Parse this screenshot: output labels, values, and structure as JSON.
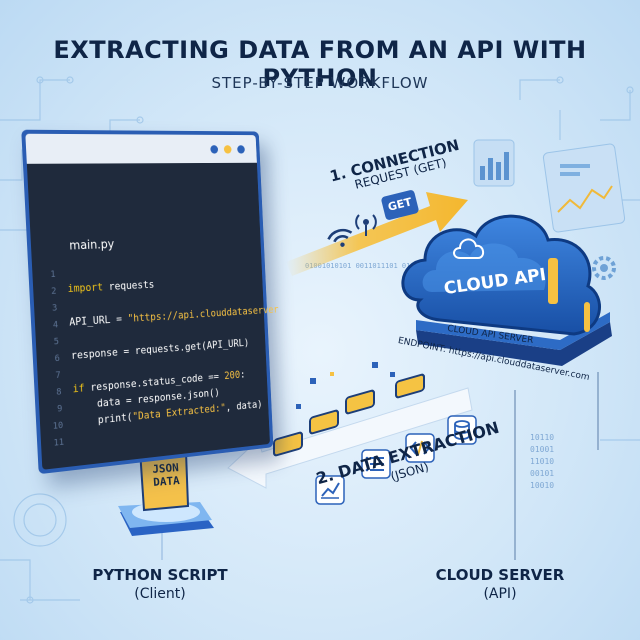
{
  "header": {
    "title": "EXTRACTING DATA FROM AN API WITH PYTHON",
    "subtitle": "STEP-BY-STEP WORKFLOW"
  },
  "code_window": {
    "file_name": "main.py",
    "line_numbers": [
      "1",
      "2",
      "3",
      "4",
      "5",
      "6",
      "7",
      "8",
      "9",
      "10",
      "11"
    ],
    "lines": {
      "import_kw": "import",
      "import_rest": " requests",
      "api_url_a": "API_URL = ",
      "api_url_str": "\"https://api.clouddataserver",
      "response": "response = requests.get(API_URL)",
      "if_kw": "if",
      "if_rest": " response.status_code == ",
      "status_num": "200",
      "status_colon": ":",
      "data_line": "    data = response.json()",
      "print_a": "    print(",
      "print_str": "\"Data Extracted:\"",
      "print_b": ", data)"
    }
  },
  "request": {
    "step_label": "1. CONNECTION",
    "step_sub": "REQUEST (GET)",
    "method_badge": "GET"
  },
  "cloud": {
    "label": "CLOUD API",
    "server_title": "CLOUD API SERVER",
    "endpoint": "ENDPOINT: https://api.clouddataserver.com"
  },
  "extraction": {
    "step_label": "2. DATA EXTRACTION",
    "step_sub": "(JSON)"
  },
  "json_doc": {
    "label_line1": "JSON",
    "label_line2": "DATA"
  },
  "client": {
    "title": "PYTHON SCRIPT",
    "subtitle": "(Client)"
  },
  "server": {
    "title": "CLOUD SERVER",
    "subtitle": "(API)"
  },
  "binary_top": "01001010101 0011011101 0101011000",
  "binary_right": "10110 01001 11010 00101 10010",
  "colors": {
    "navy": "#0f2547",
    "brand_blue": "#2c62b9",
    "arrow_yellow": "#f6c142",
    "code_bg": "#1f2a3c"
  },
  "icons": [
    "wifi-icon",
    "signal-icon",
    "cloud-icon",
    "gear-icon",
    "chart-icon",
    "list-icon",
    "code-icon",
    "database-icon",
    "document-icon"
  ]
}
